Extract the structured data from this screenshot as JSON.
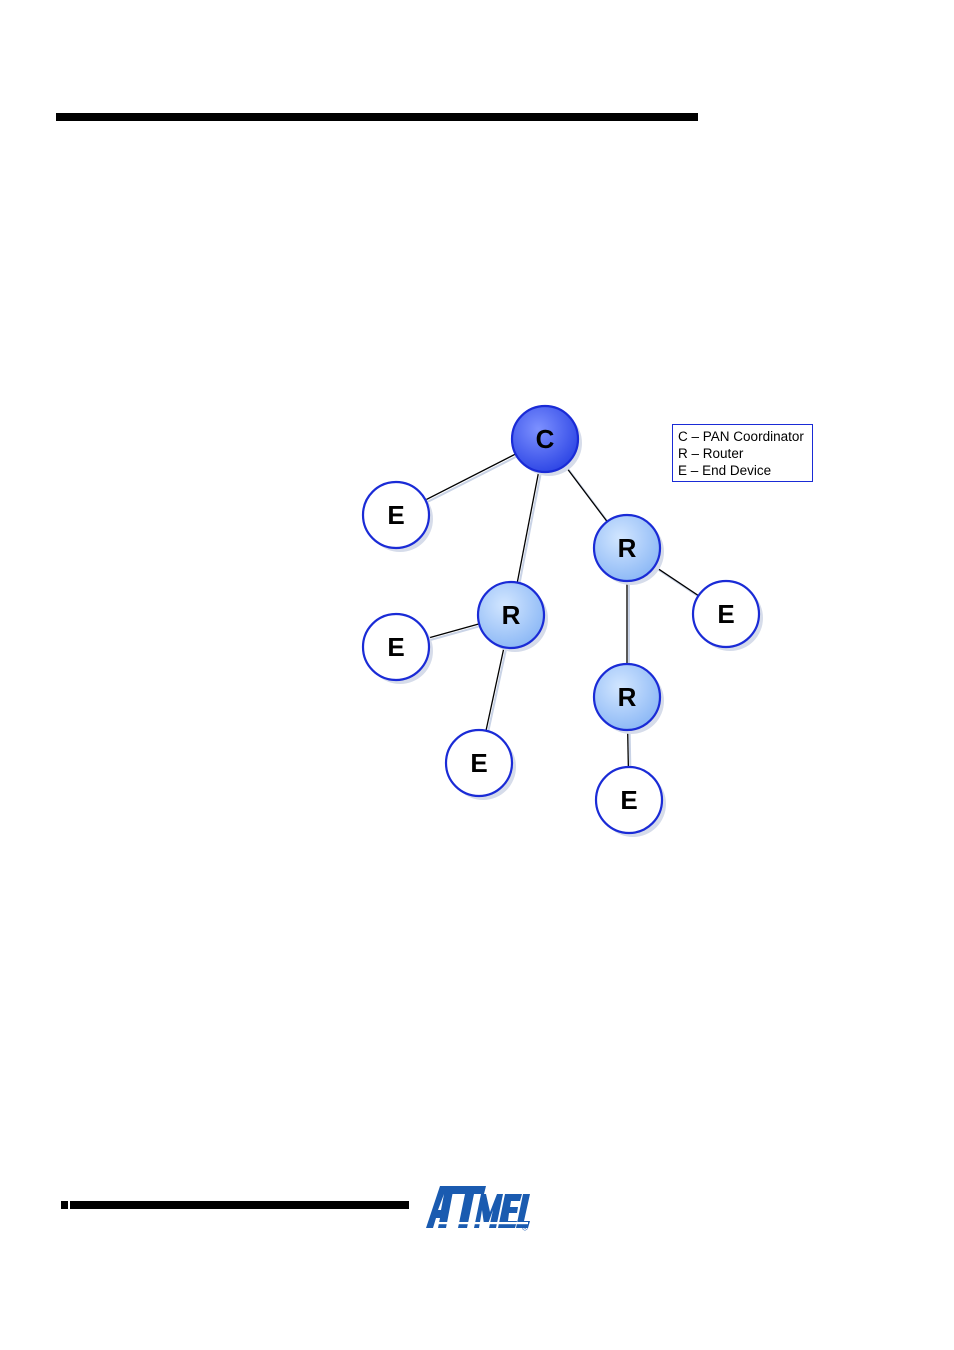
{
  "legend": {
    "items": [
      {
        "key": "C",
        "label": "PAN Coordinator"
      },
      {
        "key": "R",
        "label": "Router"
      },
      {
        "key": "E",
        "label": "End Device"
      }
    ],
    "separator": "–",
    "border_color": "#1a2bd6"
  },
  "diagram": {
    "nodes": [
      {
        "id": "c",
        "label": "C",
        "kind": "coordinator"
      },
      {
        "id": "e1",
        "label": "E",
        "kind": "end"
      },
      {
        "id": "r1",
        "label": "R",
        "kind": "router"
      },
      {
        "id": "r2",
        "label": "R",
        "kind": "router"
      },
      {
        "id": "e2",
        "label": "E",
        "kind": "end"
      },
      {
        "id": "e3",
        "label": "E",
        "kind": "end"
      },
      {
        "id": "e4",
        "label": "E",
        "kind": "end"
      },
      {
        "id": "r3",
        "label": "R",
        "kind": "router"
      },
      {
        "id": "e5",
        "label": "E",
        "kind": "end"
      }
    ],
    "edges": [
      [
        "c",
        "e1"
      ],
      [
        "c",
        "r1"
      ],
      [
        "c",
        "r2"
      ],
      [
        "r1",
        "e2"
      ],
      [
        "r1",
        "e3"
      ],
      [
        "r2",
        "e4"
      ],
      [
        "r2",
        "r3"
      ],
      [
        "r3",
        "e5"
      ]
    ],
    "colors": {
      "outline": "#1a2bd6",
      "coordinator_fill": "#4a63f0",
      "router_fill": "#a9cdfb",
      "end_fill": "#ffffff",
      "edge": "#000000"
    }
  },
  "logo": {
    "text": "ATMEL",
    "registered": "®",
    "color": "#1a5bb0"
  }
}
